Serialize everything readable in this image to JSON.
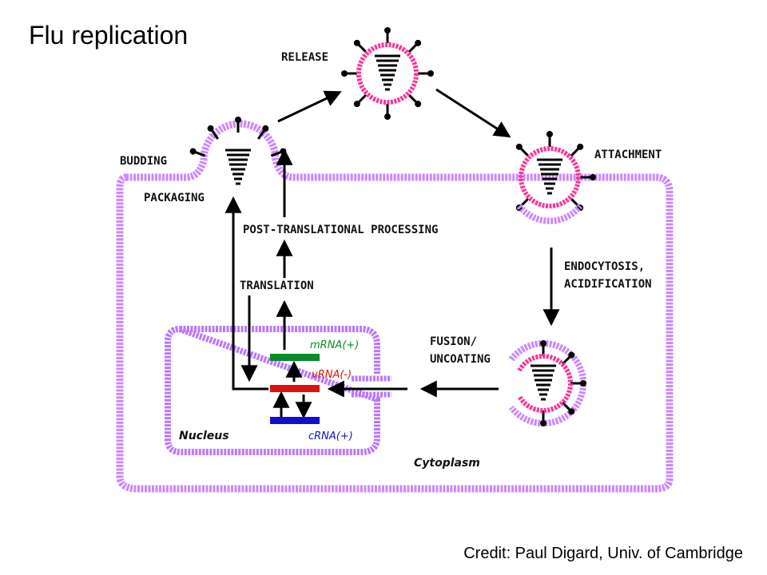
{
  "title": "Flu replication",
  "credit": "Credit: Paul Digard, Univ. of Cambridge",
  "colors": {
    "membrane": "#cc88ff",
    "viral_envelope": "#ff3399",
    "mrna": "#0a8a2a",
    "vrna": "#dd1111",
    "crna": "#1010cc"
  },
  "labels": {
    "release": "RELEASE",
    "budding": "BUDDING",
    "packaging": "PACKAGING",
    "attachment": "ATTACHMENT",
    "post_translational": "POST-TRANSLATIONAL PROCESSING",
    "translation": "TRANSLATION",
    "endocytosis_1": "ENDOCYTOSIS,",
    "endocytosis_2": "ACIDIFICATION",
    "fusion_1": "FUSION/",
    "fusion_2": "UNCOATING",
    "nucleus": "Nucleus",
    "cytoplasm": "Cytoplasm",
    "mrna": "mRNA(+)",
    "vrna": "vRNA(-)",
    "crna": "cRNA(+)"
  }
}
